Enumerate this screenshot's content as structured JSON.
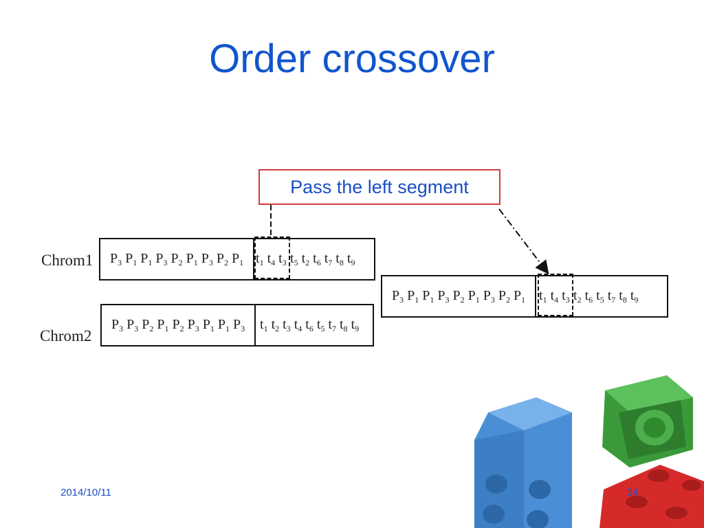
{
  "title": "Order crossover",
  "callout": "Pass the left segment",
  "chrom1": {
    "label": "Chrom1",
    "left_genes": [
      [
        "P",
        "3"
      ],
      [
        "P",
        "1"
      ],
      [
        "P",
        "1"
      ],
      [
        "P",
        "3"
      ],
      [
        "P",
        "2"
      ],
      [
        "P",
        "1"
      ],
      [
        "P",
        "3"
      ],
      [
        "P",
        "2"
      ],
      [
        "P",
        "1"
      ]
    ],
    "mid_genes": [
      [
        "t",
        "1"
      ],
      [
        "t",
        "4"
      ],
      [
        "t",
        "3"
      ]
    ],
    "right_genes": [
      [
        "t",
        "5"
      ],
      [
        "t",
        "2"
      ],
      [
        "t",
        "6"
      ],
      [
        "t",
        "7"
      ],
      [
        "t",
        "8"
      ],
      [
        "t",
        "9"
      ]
    ]
  },
  "chrom2": {
    "label": "Chrom2",
    "left_genes": [
      [
        "P",
        "3"
      ],
      [
        "P",
        "3"
      ],
      [
        "P",
        "2"
      ],
      [
        "P",
        "1"
      ],
      [
        "P",
        "2"
      ],
      [
        "P",
        "3"
      ],
      [
        "P",
        "1"
      ],
      [
        "P",
        "1"
      ],
      [
        "P",
        "3"
      ]
    ],
    "right_genes": [
      [
        "t",
        "1"
      ],
      [
        "t",
        "2"
      ],
      [
        "t",
        "3"
      ],
      [
        "t",
        "4"
      ],
      [
        "t",
        "6"
      ],
      [
        "t",
        "5"
      ],
      [
        "t",
        "7"
      ],
      [
        "t",
        "8"
      ],
      [
        "t",
        "9"
      ]
    ]
  },
  "offspring": {
    "left_genes": [
      [
        "P",
        "3"
      ],
      [
        "P",
        "1"
      ],
      [
        "P",
        "1"
      ],
      [
        "P",
        "3"
      ],
      [
        "P",
        "2"
      ],
      [
        "P",
        "1"
      ],
      [
        "P",
        "3"
      ],
      [
        "P",
        "2"
      ],
      [
        "P",
        "1"
      ]
    ],
    "mid_genes": [
      [
        "t",
        "1"
      ],
      [
        "t",
        "4"
      ],
      [
        "t",
        "3"
      ]
    ],
    "right_genes": [
      [
        "t",
        "2"
      ],
      [
        "t",
        "6"
      ],
      [
        "t",
        "5"
      ],
      [
        "t",
        "7"
      ],
      [
        "t",
        "8"
      ],
      [
        "t",
        "9"
      ]
    ]
  },
  "footer": {
    "date": "2014/10/11",
    "page": "24"
  },
  "colors": {
    "title": "#1155cc",
    "callout_border": "#d33a3a",
    "block_blue": "#4a8fd6",
    "block_green": "#3a9a3a",
    "block_red": "#d62a2a"
  }
}
